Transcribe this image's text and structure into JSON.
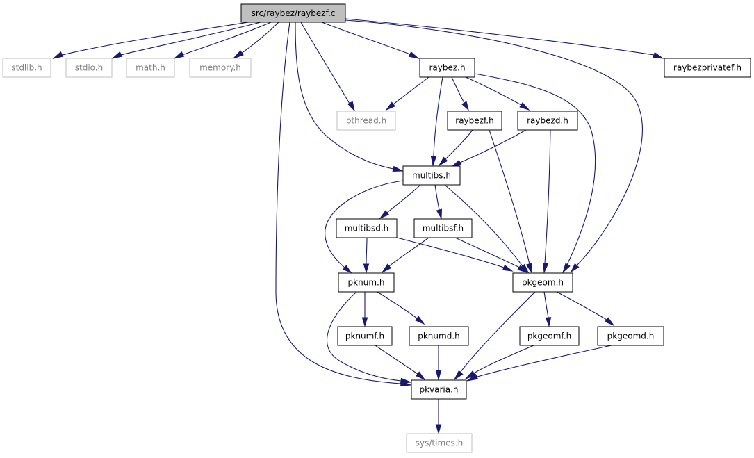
{
  "graph": {
    "colors": {
      "edge": "#191970",
      "node_border": "#000000",
      "external_border": "#bfbfbf",
      "external_text": "#7f7f7f",
      "root_fill": "#bfbfbf"
    },
    "nodes": [
      {
        "id": "root",
        "label": "src/raybez/raybezf.c",
        "kind": "root"
      },
      {
        "id": "stdlib",
        "label": "stdlib.h",
        "kind": "external"
      },
      {
        "id": "stdio",
        "label": "stdio.h",
        "kind": "external"
      },
      {
        "id": "math",
        "label": "math.h",
        "kind": "external"
      },
      {
        "id": "memory",
        "label": "memory.h",
        "kind": "external"
      },
      {
        "id": "raybez",
        "label": "raybez.h",
        "kind": "normal"
      },
      {
        "id": "raybezprivatef",
        "label": "raybezprivatef.h",
        "kind": "normal"
      },
      {
        "id": "pthread",
        "label": "pthread.h",
        "kind": "external"
      },
      {
        "id": "raybezf",
        "label": "raybezf.h",
        "kind": "normal"
      },
      {
        "id": "raybezd",
        "label": "raybezd.h",
        "kind": "normal"
      },
      {
        "id": "multibs",
        "label": "multibs.h",
        "kind": "normal"
      },
      {
        "id": "multibsd",
        "label": "multibsd.h",
        "kind": "normal"
      },
      {
        "id": "multibsf",
        "label": "multibsf.h",
        "kind": "normal"
      },
      {
        "id": "pknum",
        "label": "pknum.h",
        "kind": "normal"
      },
      {
        "id": "pkgeom",
        "label": "pkgeom.h",
        "kind": "normal"
      },
      {
        "id": "pknumf",
        "label": "pknumf.h",
        "kind": "normal"
      },
      {
        "id": "pknumd",
        "label": "pknumd.h",
        "kind": "normal"
      },
      {
        "id": "pkgeomf",
        "label": "pkgeomf.h",
        "kind": "normal"
      },
      {
        "id": "pkgeomd",
        "label": "pkgeomd.h",
        "kind": "normal"
      },
      {
        "id": "pkvaria",
        "label": "pkvaria.h",
        "kind": "normal"
      },
      {
        "id": "systimes",
        "label": "sys/times.h",
        "kind": "external"
      }
    ],
    "edges": [
      {
        "from": "root",
        "to": "stdlib"
      },
      {
        "from": "root",
        "to": "stdio"
      },
      {
        "from": "root",
        "to": "math"
      },
      {
        "from": "root",
        "to": "memory"
      },
      {
        "from": "root",
        "to": "raybez"
      },
      {
        "from": "root",
        "to": "raybezprivatef"
      },
      {
        "from": "root",
        "to": "pthread"
      },
      {
        "from": "root",
        "to": "multibs"
      },
      {
        "from": "root",
        "to": "pkgeom"
      },
      {
        "from": "root",
        "to": "pkvaria"
      },
      {
        "from": "raybez",
        "to": "pthread"
      },
      {
        "from": "raybez",
        "to": "raybezf"
      },
      {
        "from": "raybez",
        "to": "raybezd"
      },
      {
        "from": "raybez",
        "to": "multibs"
      },
      {
        "from": "raybez",
        "to": "pkgeom"
      },
      {
        "from": "raybezf",
        "to": "multibs"
      },
      {
        "from": "raybezf",
        "to": "pkgeom"
      },
      {
        "from": "raybezd",
        "to": "multibs"
      },
      {
        "from": "raybezd",
        "to": "pkgeom"
      },
      {
        "from": "multibs",
        "to": "pknum"
      },
      {
        "from": "multibs",
        "to": "multibsd"
      },
      {
        "from": "multibs",
        "to": "multibsf"
      },
      {
        "from": "multibs",
        "to": "pkgeom"
      },
      {
        "from": "multibsd",
        "to": "pknum"
      },
      {
        "from": "multibsd",
        "to": "pkgeom"
      },
      {
        "from": "multibsf",
        "to": "pknum"
      },
      {
        "from": "multibsf",
        "to": "pkgeom"
      },
      {
        "from": "pknum",
        "to": "pknumf"
      },
      {
        "from": "pknum",
        "to": "pknumd"
      },
      {
        "from": "pknum",
        "to": "pkvaria"
      },
      {
        "from": "pkgeom",
        "to": "pkgeomf"
      },
      {
        "from": "pkgeom",
        "to": "pkgeomd"
      },
      {
        "from": "pkgeom",
        "to": "pkvaria"
      },
      {
        "from": "pknumf",
        "to": "pkvaria"
      },
      {
        "from": "pknumd",
        "to": "pkvaria"
      },
      {
        "from": "pkgeomf",
        "to": "pkvaria"
      },
      {
        "from": "pkgeomd",
        "to": "pkvaria"
      },
      {
        "from": "pkvaria",
        "to": "systimes"
      }
    ]
  }
}
